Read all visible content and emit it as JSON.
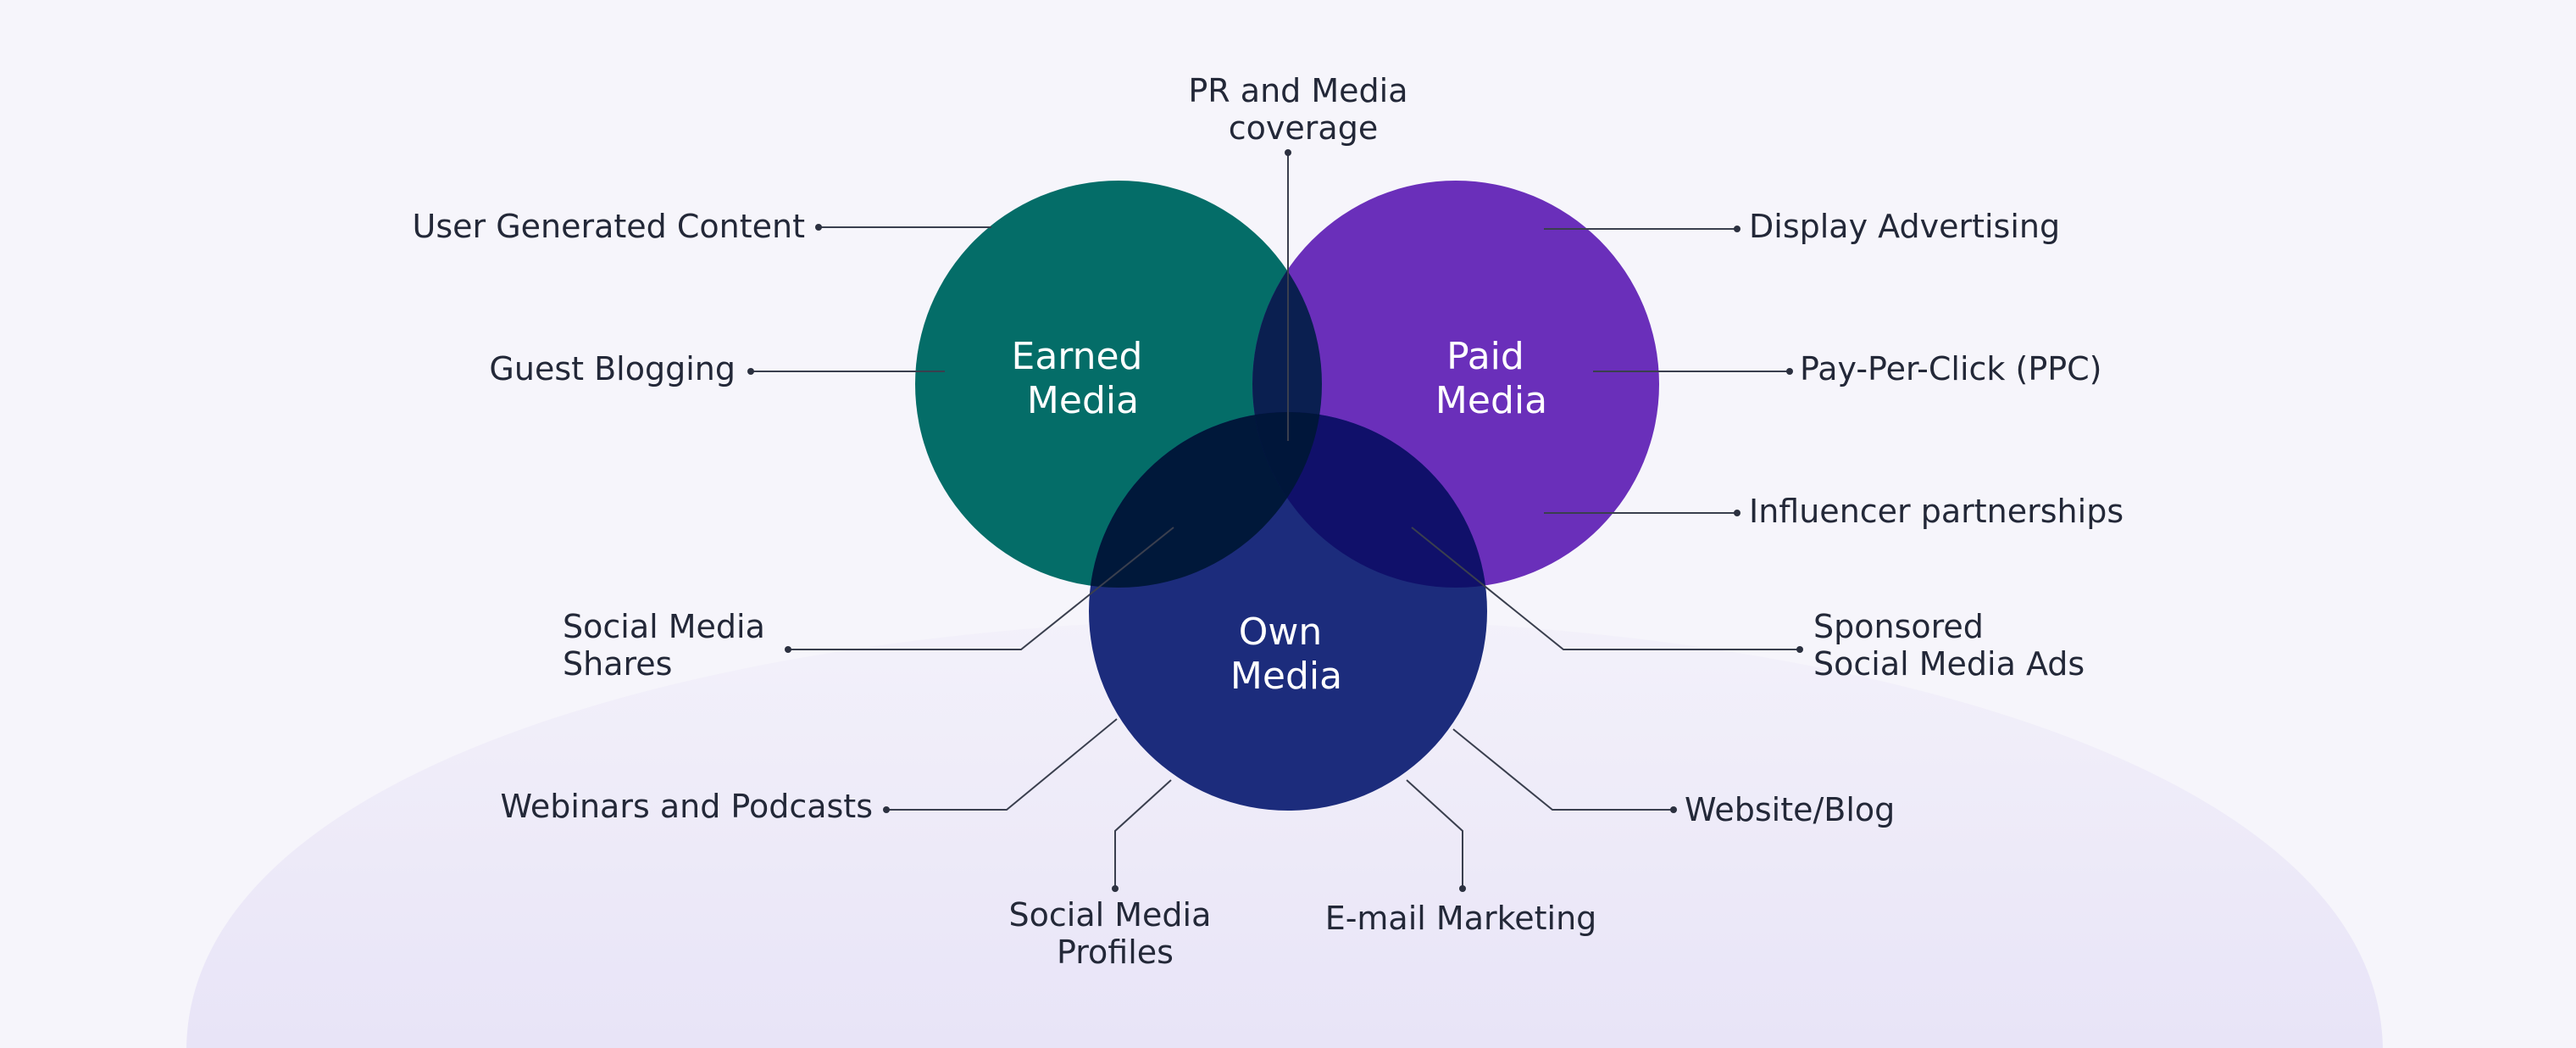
{
  "colors": {
    "background": "#f6f5fb",
    "earned": "#046d68",
    "paid": "#6a2fba",
    "own": "#1c2c7c",
    "overlap_earned_paid": "#0a1f50",
    "overlap_earned_own": "#00183a",
    "overlap_paid_own": "#10106a",
    "overlap_center": "#00163a",
    "text": "#232838"
  },
  "circles": {
    "earned": [
      "Earned",
      "Media"
    ],
    "paid": [
      "Paid",
      "Media"
    ],
    "own": [
      "Own",
      "Media"
    ]
  },
  "callouts": {
    "pr": [
      "PR and Media",
      "coverage"
    ],
    "ugc": [
      "User Generated Content"
    ],
    "guest": [
      "Guest Blogging"
    ],
    "display": [
      "Display Advertising"
    ],
    "ppc": [
      "Pay-Per-Click (PPC)"
    ],
    "influencer": [
      "Influencer partnerships"
    ],
    "shares": [
      "Social Media",
      "Shares"
    ],
    "sponsored": [
      "Sponsored",
      "Social Media Ads"
    ],
    "webinars": [
      "Webinars and Podcasts"
    ],
    "website": [
      "Website/Blog"
    ],
    "profiles": [
      "Social Media",
      "Profiles"
    ],
    "email": [
      "E-mail Marketing"
    ]
  }
}
